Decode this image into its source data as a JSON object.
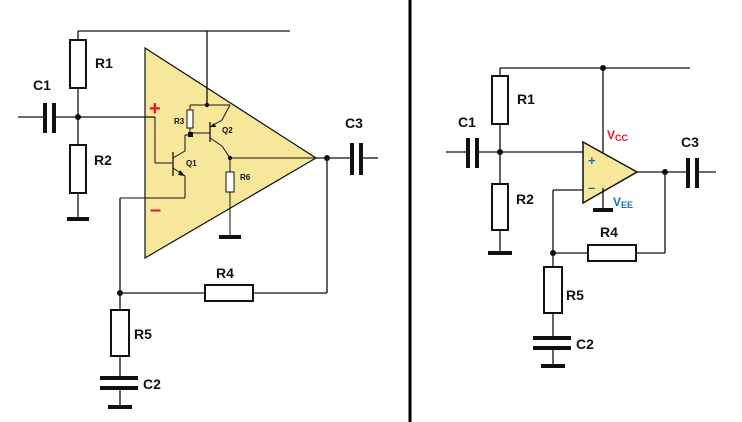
{
  "colors": {
    "opamp_fill": "#f7e79b",
    "plus_sign": "#e8132b",
    "minus_sign_left": "#e8132b",
    "vcc": "#e8132b",
    "vee": "#1a6fc0",
    "opamp_plus_right": "#1a6fc0",
    "opamp_minus_right": "#1a6fc0",
    "wire": "#111111",
    "divider": "#000000"
  },
  "left_circuit": {
    "labels": {
      "r1": "R1",
      "r2": "R2",
      "c1": "C1",
      "c3": "C3",
      "r3": "R3",
      "q2": "Q2",
      "q1": "Q1",
      "r6": "R6",
      "r4": "R4",
      "r5": "R5",
      "c2": "C2"
    },
    "plus": "+",
    "minus": "–"
  },
  "right_circuit": {
    "labels": {
      "r1": "R1",
      "r2": "R2",
      "c1": "C1",
      "c3": "C3",
      "r4": "R4",
      "r5": "R5",
      "c2": "C2"
    },
    "vcc_main": "V",
    "vcc_sub": "CC",
    "vee_main": "V",
    "vee_sub": "EE",
    "plus": "+",
    "minus": "–"
  }
}
